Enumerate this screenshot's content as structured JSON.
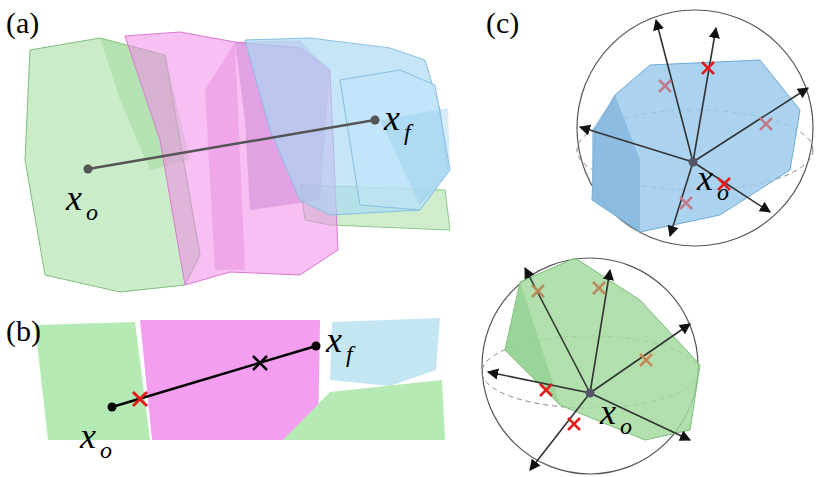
{
  "diagram": {
    "labels": [
      "(a)",
      "(b)",
      "(c)",
      "x",
      "o",
      "x",
      "f",
      "x",
      "o",
      "x",
      "f",
      "x",
      "o",
      "x",
      "o"
    ]
  }
}
